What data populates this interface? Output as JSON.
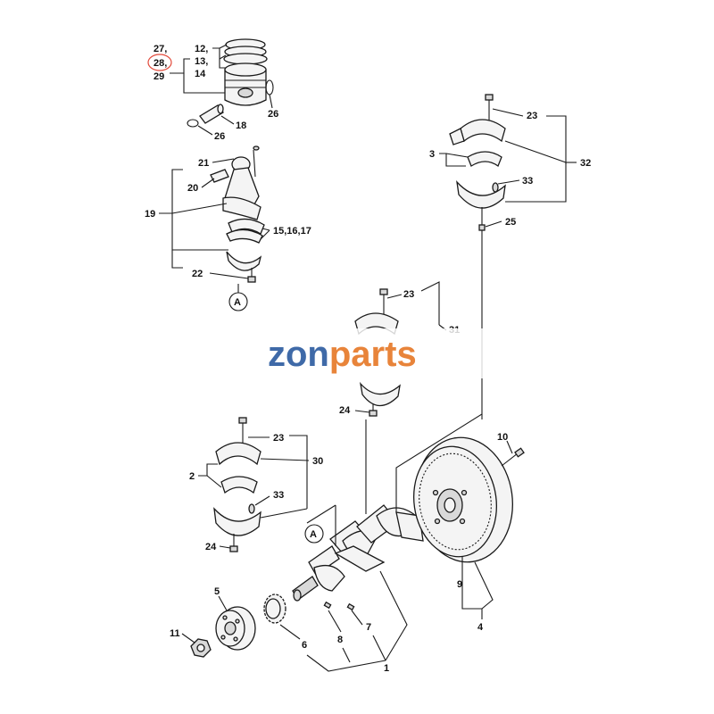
{
  "labels": {
    "l27": "27,",
    "l28": "28,",
    "l29": "29",
    "l12": "12,",
    "l13": "13,",
    "l14": "14",
    "l26a": "26",
    "l26b": "26",
    "l18": "18",
    "l21": "21",
    "l20": "20",
    "l19": "19",
    "l151617": "15,16,17",
    "l22": "22",
    "refA1": "A",
    "l23a": "23",
    "l3": "3",
    "l32": "32",
    "l33a": "33",
    "l25": "25",
    "l23b": "23",
    "l31": "31",
    "l24a": "24",
    "l23c": "23",
    "l2": "2",
    "l30": "30",
    "l33b": "33",
    "l24b": "24",
    "refA2": "A",
    "l10": "10",
    "l9": "9",
    "l4": "4",
    "l5": "5",
    "l11": "11",
    "l6": "6",
    "l8": "8",
    "l7": "7",
    "l1": "1"
  },
  "watermark": {
    "part1": "zon",
    "part2": "parts",
    "color1": "#3f6aa8",
    "color2": "#e8843a"
  },
  "highlight_color": "#e24a3b"
}
